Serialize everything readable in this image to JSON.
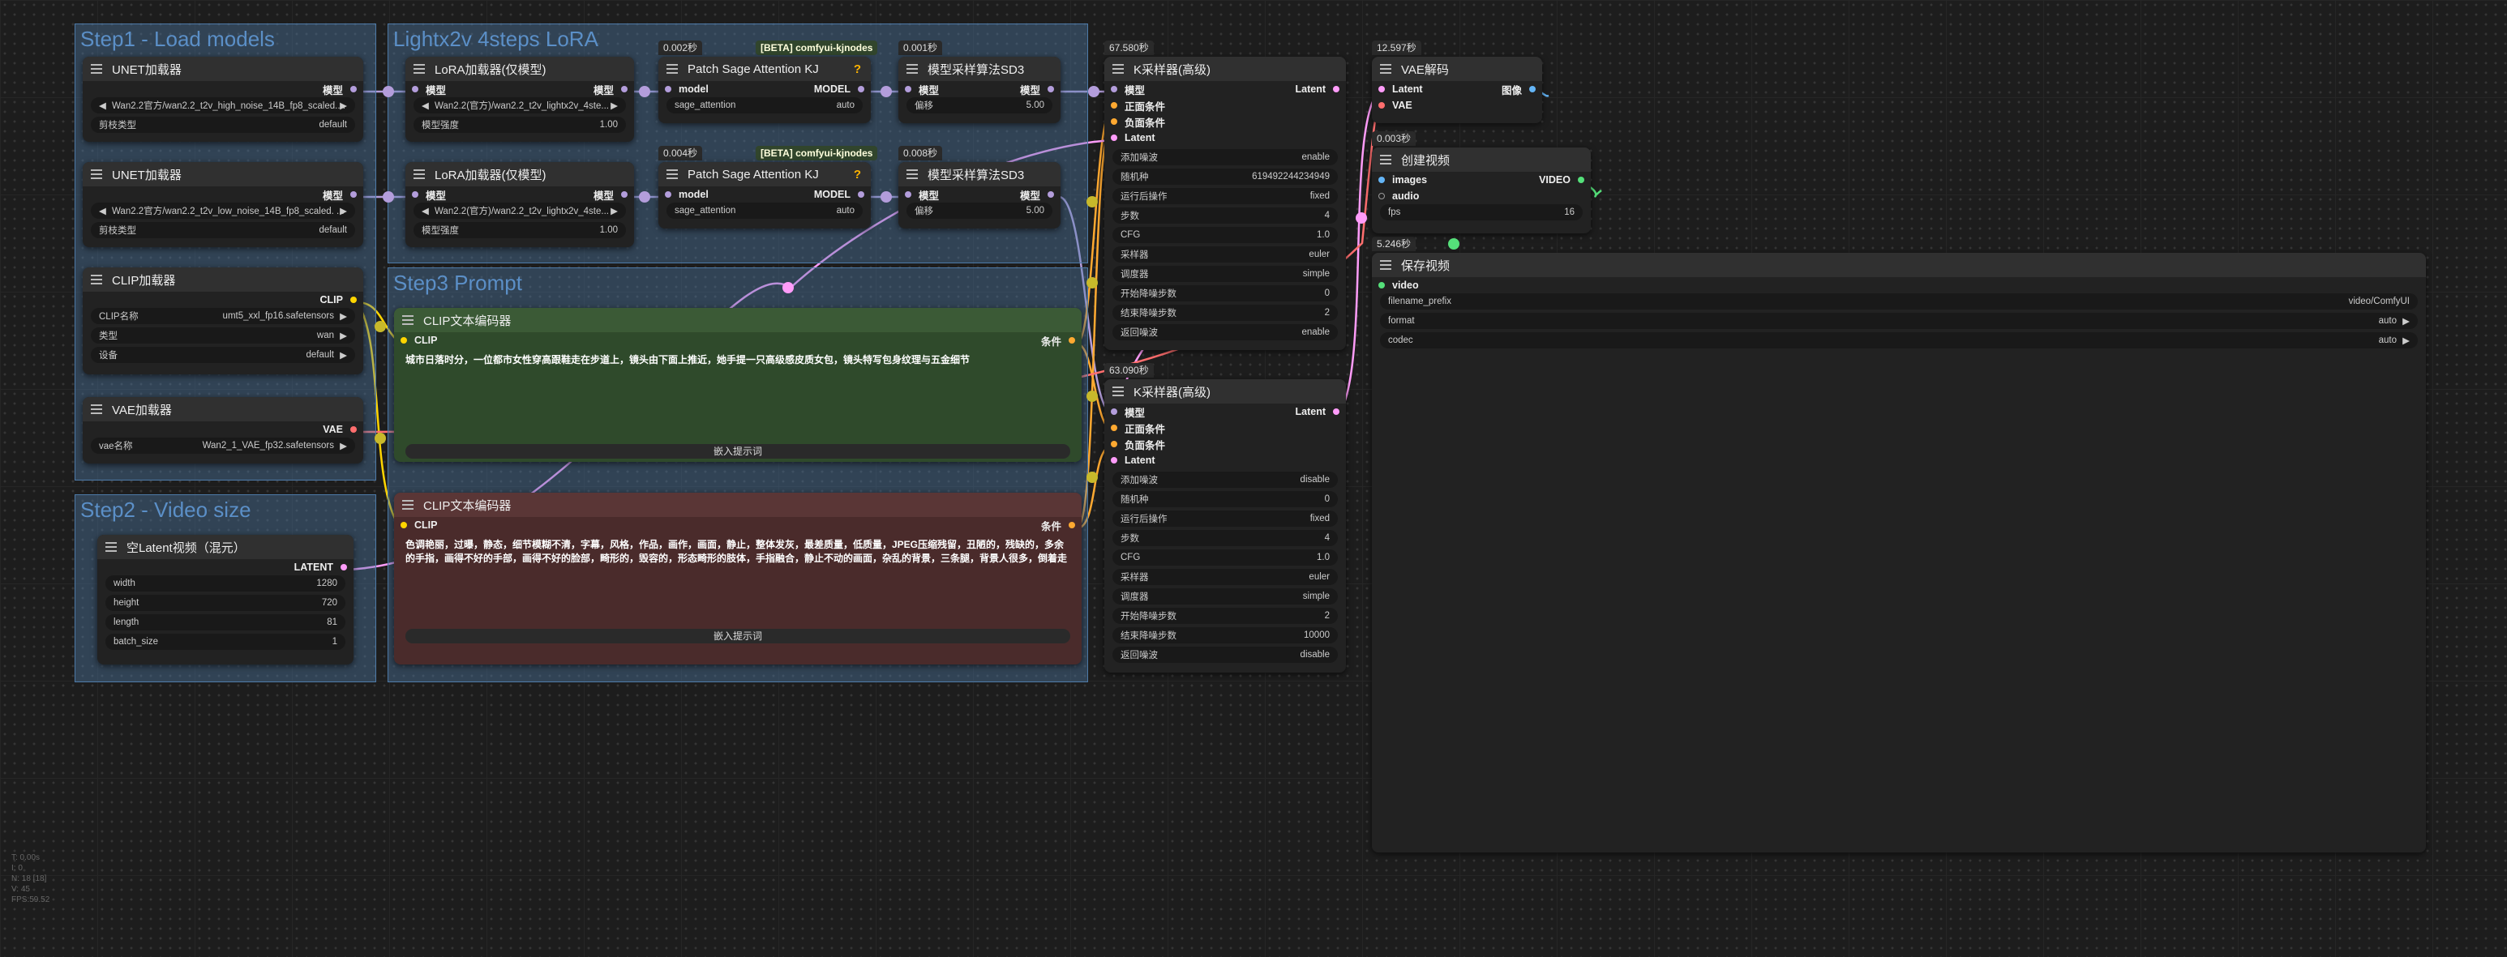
{
  "groups": {
    "g1": "Step1 - Load models",
    "g2": "Lightx2v 4steps LoRA",
    "g3": "Step3 Prompt",
    "g4": "Step2 - Video size"
  },
  "timings": {
    "sage1": "0.002秒",
    "sage2": "0.004秒",
    "sd3a": "0.001秒",
    "sd3b": "0.008秒",
    "ks1": "67.580秒",
    "ks2": "63.090秒",
    "vae": "12.597秒",
    "cv": "0.003秒",
    "sv": "5.246秒"
  },
  "badges": {
    "sage1": "[BETA] comfyui-kjnodes",
    "sage2": "[BETA] comfyui-kjnodes",
    "help": "?"
  },
  "unet1": {
    "title": "UNET加载器",
    "out": "模型",
    "w1": "Wan2.2官方/wan2.2_t2v_high_noise_14B_fp8_scaled....",
    "w2l": "剪枝类型",
    "w2v": "default"
  },
  "unet2": {
    "title": "UNET加载器",
    "out": "模型",
    "w1": "Wan2.2官方/wan2.2_t2v_low_noise_14B_fp8_scaled. ...",
    "w2l": "剪枝类型",
    "w2v": "default"
  },
  "lora1": {
    "title": "LoRA加载器(仅模型)",
    "in": "模型",
    "out": "模型",
    "w1": "Wan2.2(官方)/wan2.2_t2v_lightx2v_4ste...",
    "w2l": "模型强度",
    "w2v": "1.00"
  },
  "lora2": {
    "title": "LoRA加载器(仅模型)",
    "in": "模型",
    "out": "模型",
    "w1": "Wan2.2(官方)/wan2.2_t2v_lightx2v_4ste...",
    "w2l": "模型强度",
    "w2v": "1.00"
  },
  "sage1": {
    "title": "Patch Sage Attention KJ",
    "in": "model",
    "out": "MODEL",
    "w1l": "sage_attention",
    "w1v": "auto"
  },
  "sage2": {
    "title": "Patch Sage Attention KJ",
    "in": "model",
    "out": "MODEL",
    "w1l": "sage_attention",
    "w1v": "auto"
  },
  "sd3a": {
    "title": "模型采样算法SD3",
    "in": "模型",
    "out": "模型",
    "w1l": "偏移",
    "w1v": "5.00"
  },
  "sd3b": {
    "title": "模型采样算法SD3",
    "in": "模型",
    "out": "模型",
    "w1l": "偏移",
    "w1v": "5.00"
  },
  "clip": {
    "title": "CLIP加载器",
    "out": "CLIP",
    "w1l": "CLIP名称",
    "w1v": "umt5_xxl_fp16.safetensors",
    "w2l": "类型",
    "w2v": "wan",
    "w3l": "设备",
    "w3v": "default"
  },
  "vaeload": {
    "title": "VAE加载器",
    "out": "VAE",
    "w1l": "vae名称",
    "w1v": "Wan2_1_VAE_fp32.safetensors"
  },
  "latent": {
    "title": "空Latent视频（混元）",
    "out": "LATENT",
    "w1l": "width",
    "w1v": "1280",
    "w2l": "height",
    "w2v": "720",
    "w3l": "length",
    "w3v": "81",
    "w4l": "batch_size",
    "w4v": "1"
  },
  "posprompt": {
    "title": "CLIP文本编码器",
    "in": "CLIP",
    "out": "条件",
    "text": "城市日落时分，一位都市女性穿高跟鞋走在步道上，镜头由下面上推近，她手提一只高级感皮质女包，镜头特写包身纹理与五金细节",
    "btn": "嵌入提示词"
  },
  "negprompt": {
    "title": "CLIP文本编码器",
    "in": "CLIP",
    "out": "条件",
    "text": "色调艳丽，过曝，静态，细节模糊不清，字幕，风格，作品，画作，画面，静止，整体发灰，最差质量，低质量，JPEG压缩残留，丑陋的，残缺的，多余的手指，画得不好的手部，画得不好的脸部，畸形的，毁容的，形态畸形的肢体，手指融合，静止不动的画面，杂乱的背景，三条腿，背景人很多，倒着走",
    "btn": "嵌入提示词"
  },
  "ks1": {
    "title": "K采样器(高级)",
    "in1": "模型",
    "in2": "正面条件",
    "in3": "负面条件",
    "in4": "Latent",
    "out": "Latent",
    "widgets": [
      {
        "l": "添加噪波",
        "v": "enable"
      },
      {
        "l": "随机种",
        "v": "619492244234949"
      },
      {
        "l": "运行后操作",
        "v": "fixed"
      },
      {
        "l": "步数",
        "v": "4"
      },
      {
        "l": "CFG",
        "v": "1.0"
      },
      {
        "l": "采样器",
        "v": "euler"
      },
      {
        "l": "调度器",
        "v": "simple"
      },
      {
        "l": "开始降噪步数",
        "v": "0"
      },
      {
        "l": "结束降噪步数",
        "v": "2"
      },
      {
        "l": "返回噪波",
        "v": "enable"
      }
    ]
  },
  "ks2": {
    "title": "K采样器(高级)",
    "in1": "模型",
    "in2": "正面条件",
    "in3": "负面条件",
    "in4": "Latent",
    "out": "Latent",
    "widgets": [
      {
        "l": "添加噪波",
        "v": "disable"
      },
      {
        "l": "随机种",
        "v": "0"
      },
      {
        "l": "运行后操作",
        "v": "fixed"
      },
      {
        "l": "步数",
        "v": "4"
      },
      {
        "l": "CFG",
        "v": "1.0"
      },
      {
        "l": "采样器",
        "v": "euler"
      },
      {
        "l": "调度器",
        "v": "simple"
      },
      {
        "l": "开始降噪步数",
        "v": "2"
      },
      {
        "l": "结束降噪步数",
        "v": "10000"
      },
      {
        "l": "返回噪波",
        "v": "disable"
      }
    ]
  },
  "vaedecode": {
    "title": "VAE解码",
    "in1": "Latent",
    "in2": "VAE",
    "out": "图像"
  },
  "createvideo": {
    "title": "创建视频",
    "in1": "images",
    "in2": "audio",
    "out": "VIDEO",
    "w1l": "fps",
    "w1v": "16"
  },
  "savevideo": {
    "title": "保存视频",
    "in1": "video",
    "w1l": "filename_prefix",
    "w1v": "video/ComfyUI",
    "w2l": "format",
    "w2v": "auto",
    "w3l": "codec",
    "w3v": "auto"
  },
  "stats": {
    "l1": "T: 0.00s",
    "l2": "I: 0",
    "l3": "N: 18 [18]",
    "l4": "V: 45",
    "l5": "FPS:59.52"
  },
  "colors": {
    "model": "#b39ddb",
    "clip": "#ffd500",
    "vae": "#ff6e6e",
    "cond": "#ffa931",
    "latent": "#ff9cf9",
    "image": "#64b5f6",
    "video": "#55e07a",
    "pos_node": "#2f4a2b",
    "neg_node": "#4a2b2b",
    "group": "#4f7ca9"
  }
}
